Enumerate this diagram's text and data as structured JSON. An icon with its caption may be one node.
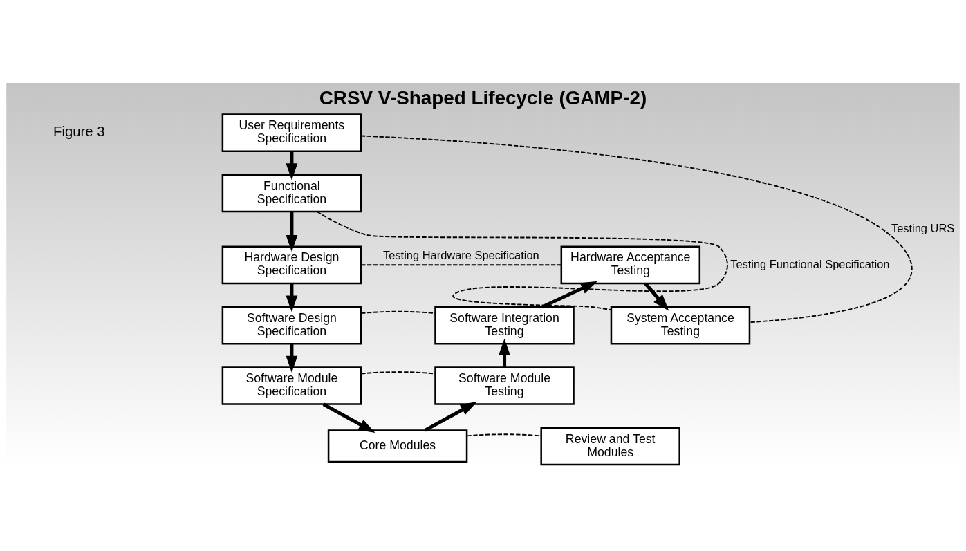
{
  "diagram": {
    "title": "CRSV V-Shaped Lifecycle (GAMP-2)",
    "nodes": [
      {
        "text": [
          "User Requirements Specification"
        ]
      },
      {
        "text": [
          "Functional Specification"
        ]
      },
      {
        "text": [
          "Hardware Design Specification"
        ]
      },
      {
        "text": [
          "Software Design Specification"
        ]
      },
      {
        "text": [
          "Software Module Specification"
        ]
      },
      {
        "text": [
          "Core Modules"
        ]
      },
      {
        "text": [
          "System Acceptance Testing"
        ]
      },
      {
        "text": [
          "Hardware Acceptance Testing"
        ]
      },
      {
        "text": [
          "Software Integration Testing"
        ]
      },
      {
        "text": [
          "Software Module Testing"
        ]
      },
      {
        "text": [
          "Review and Test Modules"
        ]
      }
    ],
    "edges": [
      {
        "from": 0,
        "to": 1,
        "arrow": "to"
      },
      {
        "from": 1,
        "to": 2,
        "arrow": "to"
      },
      {
        "from": 2,
        "to": 3,
        "arrow": "to"
      },
      {
        "from": 3,
        "to": 4,
        "arrow": "to"
      },
      {
        "from": 4,
        "to": 5,
        "arrow": "to"
      },
      {
        "from": 5,
        "to": 9,
        "arrow": "to"
      },
      {
        "from": 9,
        "to": 8,
        "arrow": "to"
      },
      {
        "from": 8,
        "to": 7,
        "arrow": "to"
      },
      {
        "from": 7,
        "to": 6,
        "arrow": "to"
      },
      {
        "from": 0,
        "to": 6,
        "arrow": "none",
        "style": "dashed",
        "label": "Testing URS"
      },
      {
        "from": 1,
        "to": 6,
        "arrow": "none",
        "style": "dashed",
        "label": "Testing Functional Specification"
      },
      {
        "from": 2,
        "to": 7,
        "arrow": "none",
        "style": "dashed",
        "label": "Testing Hardware Specification"
      },
      {
        "from": 3,
        "to": 8,
        "arrow": "none",
        "style": "dashed"
      },
      {
        "from": 4,
        "to": 9,
        "arrow": "none",
        "style": "dashed"
      },
      {
        "from": 5,
        "to": 10,
        "arrow": "none",
        "style": "dashed"
      }
    ],
    "labels": [
      "Figure 3"
    ]
  }
}
